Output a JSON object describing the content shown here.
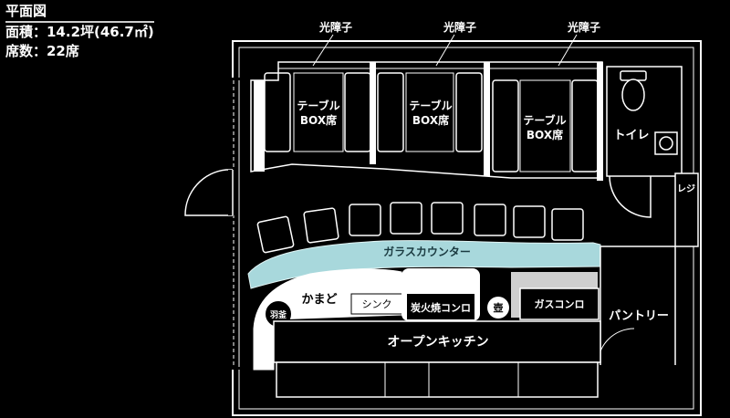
{
  "info": {
    "title": "平面図",
    "area": "面積：14.2坪(46.7㎡)",
    "seats": "席数：22席"
  },
  "labels": {
    "screen1": "光障子",
    "screen2": "光障子",
    "screen3": "光障子",
    "box1_line1": "テーブル",
    "box1_line2": "BOX席",
    "box2_line1": "テーブル",
    "box2_line2": "BOX席",
    "box3_line1": "テーブル",
    "box3_line2": "BOX席",
    "toilet": "トイレ",
    "register": "レジ",
    "glass_counter": "ガラスカウンター",
    "kamado": "かまど",
    "hagama": "羽釜",
    "sink": "シンク",
    "charcoal_grill": "炭火焼コンロ",
    "pot": "壺",
    "gas_stove": "ガスコンロ",
    "open_kitchen": "オープンキッチン",
    "pantry": "パントリー"
  }
}
